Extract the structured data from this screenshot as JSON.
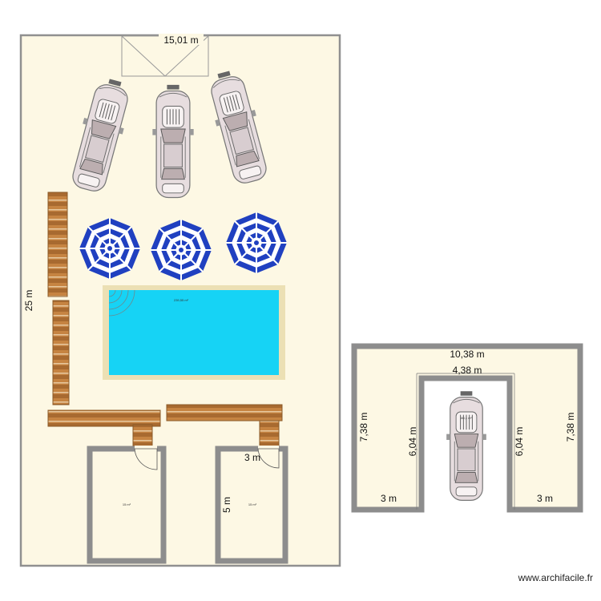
{
  "plan_left": {
    "dim_top": "15,01 m",
    "dim_left": "25 m",
    "pool_area": "239,55 m²",
    "cabin_left_area": "15 m²",
    "cabin_right_area": "15 m²",
    "dim_cabin_width": "3 m",
    "dim_cabin_height": "5 m"
  },
  "plan_right": {
    "dim_outer_top": "10,38 m",
    "dim_inner_top": "4,38 m",
    "dim_left_outer": "7,38 m",
    "dim_left_inner": "6,04 m",
    "dim_right_inner": "6,04 m",
    "dim_right_outer": "7,38 m",
    "dim_bottom_left": "3 m",
    "dim_bottom_right": "3 m",
    "garage_area": "80,1 m²"
  },
  "credit": "www.archifacile.fr",
  "colors": {
    "floor": "#fdf8e4",
    "wall": "#8d8d8d",
    "pool_water": "#16d3f5",
    "pool_edge": "#ece0b4",
    "deck": "#b8783b",
    "umbrella": "#2040c0"
  }
}
